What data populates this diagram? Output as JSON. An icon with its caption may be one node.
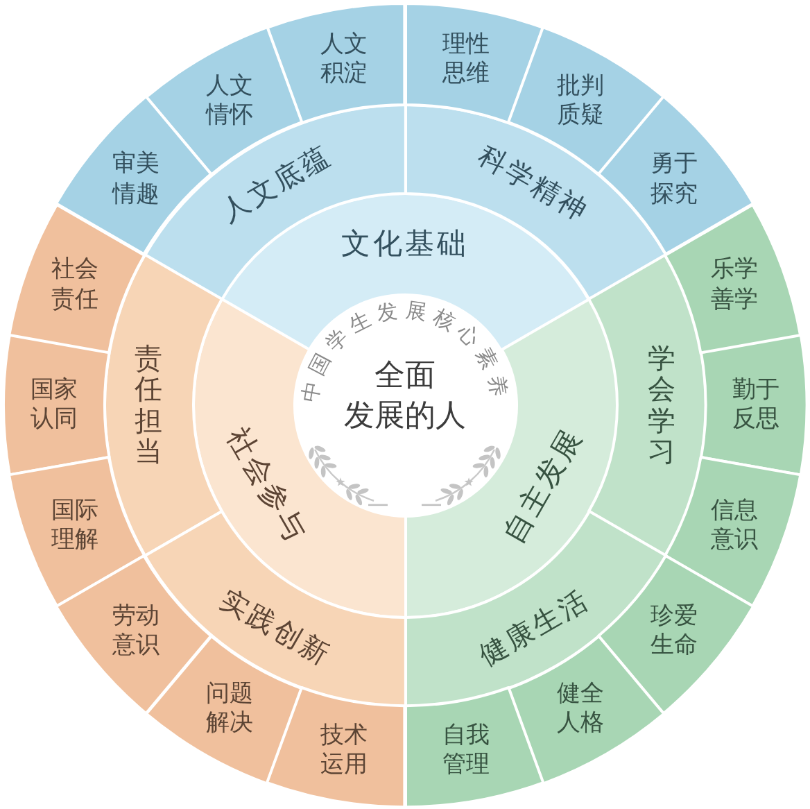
{
  "diagram": {
    "nodes": [
      {
        "text": [
          "中国学生发展核心素养",
          "全面发展的人"
        ]
      },
      {
        "text": [
          "文化基础"
        ]
      },
      {
        "text": [
          "人文底蕴"
        ]
      },
      {
        "text": [
          "人文积淀"
        ]
      },
      {
        "text": [
          "人文情怀"
        ]
      },
      {
        "text": [
          "审美情趣"
        ]
      },
      {
        "text": [
          "科学精神"
        ]
      },
      {
        "text": [
          "理性思维"
        ]
      },
      {
        "text": [
          "批判质疑"
        ]
      },
      {
        "text": [
          "勇于探究"
        ]
      },
      {
        "text": [
          "自主发展"
        ]
      },
      {
        "text": [
          "学会学习"
        ]
      },
      {
        "text": [
          "乐学善学"
        ]
      },
      {
        "text": [
          "勤于反思"
        ]
      },
      {
        "text": [
          "信息意识"
        ]
      },
      {
        "text": [
          "健康生活"
        ]
      },
      {
        "text": [
          "珍爱生命"
        ]
      },
      {
        "text": [
          "健全人格"
        ]
      },
      {
        "text": [
          "自我管理"
        ]
      },
      {
        "text": [
          "社会参与"
        ]
      },
      {
        "text": [
          "责任担当"
        ]
      },
      {
        "text": [
          "社会责任"
        ]
      },
      {
        "text": [
          "国家认同"
        ]
      },
      {
        "text": [
          "国际理解"
        ]
      },
      {
        "text": [
          "实践创新"
        ]
      },
      {
        "text": [
          "劳动意识"
        ]
      },
      {
        "text": [
          "问题解决"
        ]
      },
      {
        "text": [
          "技术运用"
        ]
      }
    ]
  }
}
